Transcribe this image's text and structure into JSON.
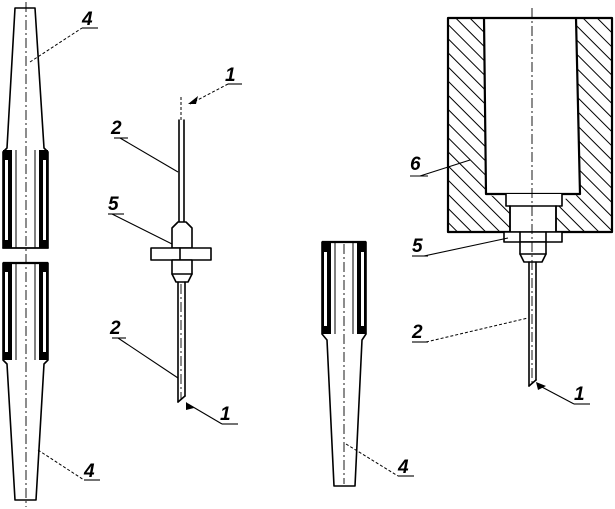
{
  "labels": {
    "1": "1",
    "2": "2",
    "4": "4",
    "5": "5",
    "6": "6"
  }
}
